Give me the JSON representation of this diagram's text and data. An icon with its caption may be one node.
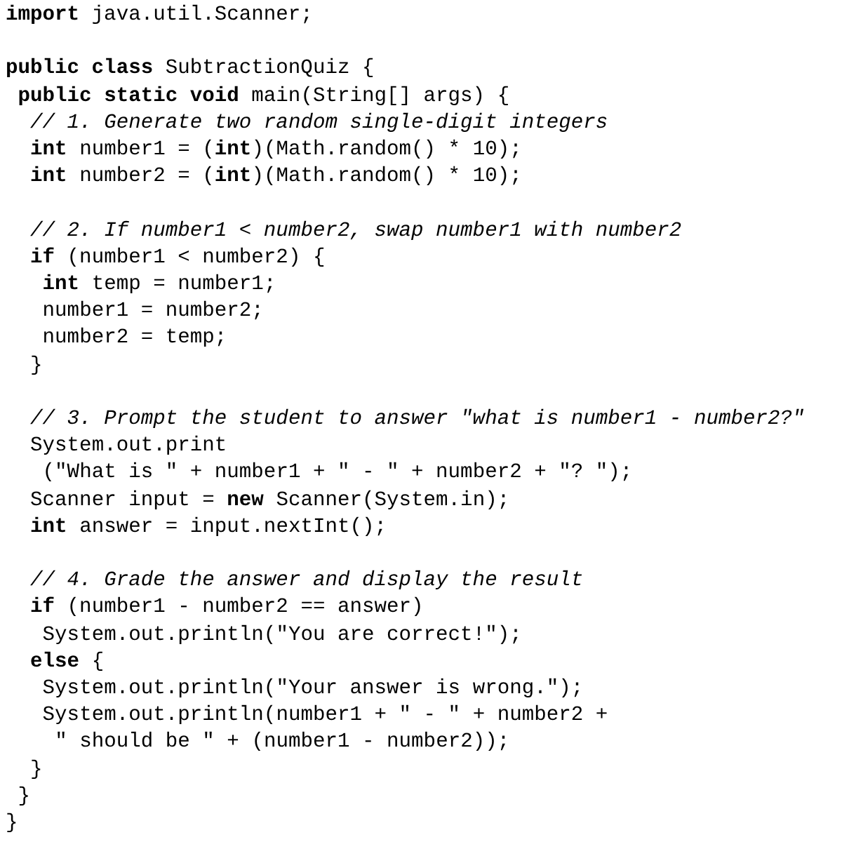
{
  "diagram": {
    "labels": [
      "**import** java.util.Scanner;",
      "**public class** SubtractionQuiz {",
      "**public static void** main(String[] args) {",
      "*// 1. Generate two random single-digit integers*",
      "**int** number1 = (**int**)(Math.random() * 10);",
      "**int** number2 = (**int**)(Math.random() * 10);",
      "*// 2. If number1 < number2, swap number1 with number2*",
      "**if** (number1 < number2) {",
      "**int** temp = number1;",
      "number1 = number2;",
      "number2 = temp;",
      "}",
      "*// 3. Prompt the student to answer \"what is number1 - number2?\"*",
      "System.out.print",
      "(\"What is \" + number1 + \" - \" + number2 + \"? \");",
      "Scanner input = **new** Scanner(System.in);",
      "**int** answer = input.nextInt();",
      "*// 4. Grade the answer and display the result*",
      "**if** (number1 - number2 == answer)",
      "System.out.println(\"You are correct!\");",
      "**else** {",
      "System.out.println(\"Your answer is wrong.\");",
      "System.out.println(number1 + \" - \" + number2 +",
      "\" should be \" + (number1 - number2));",
      "}",
      "}",
      "}"
    ]
  }
}
